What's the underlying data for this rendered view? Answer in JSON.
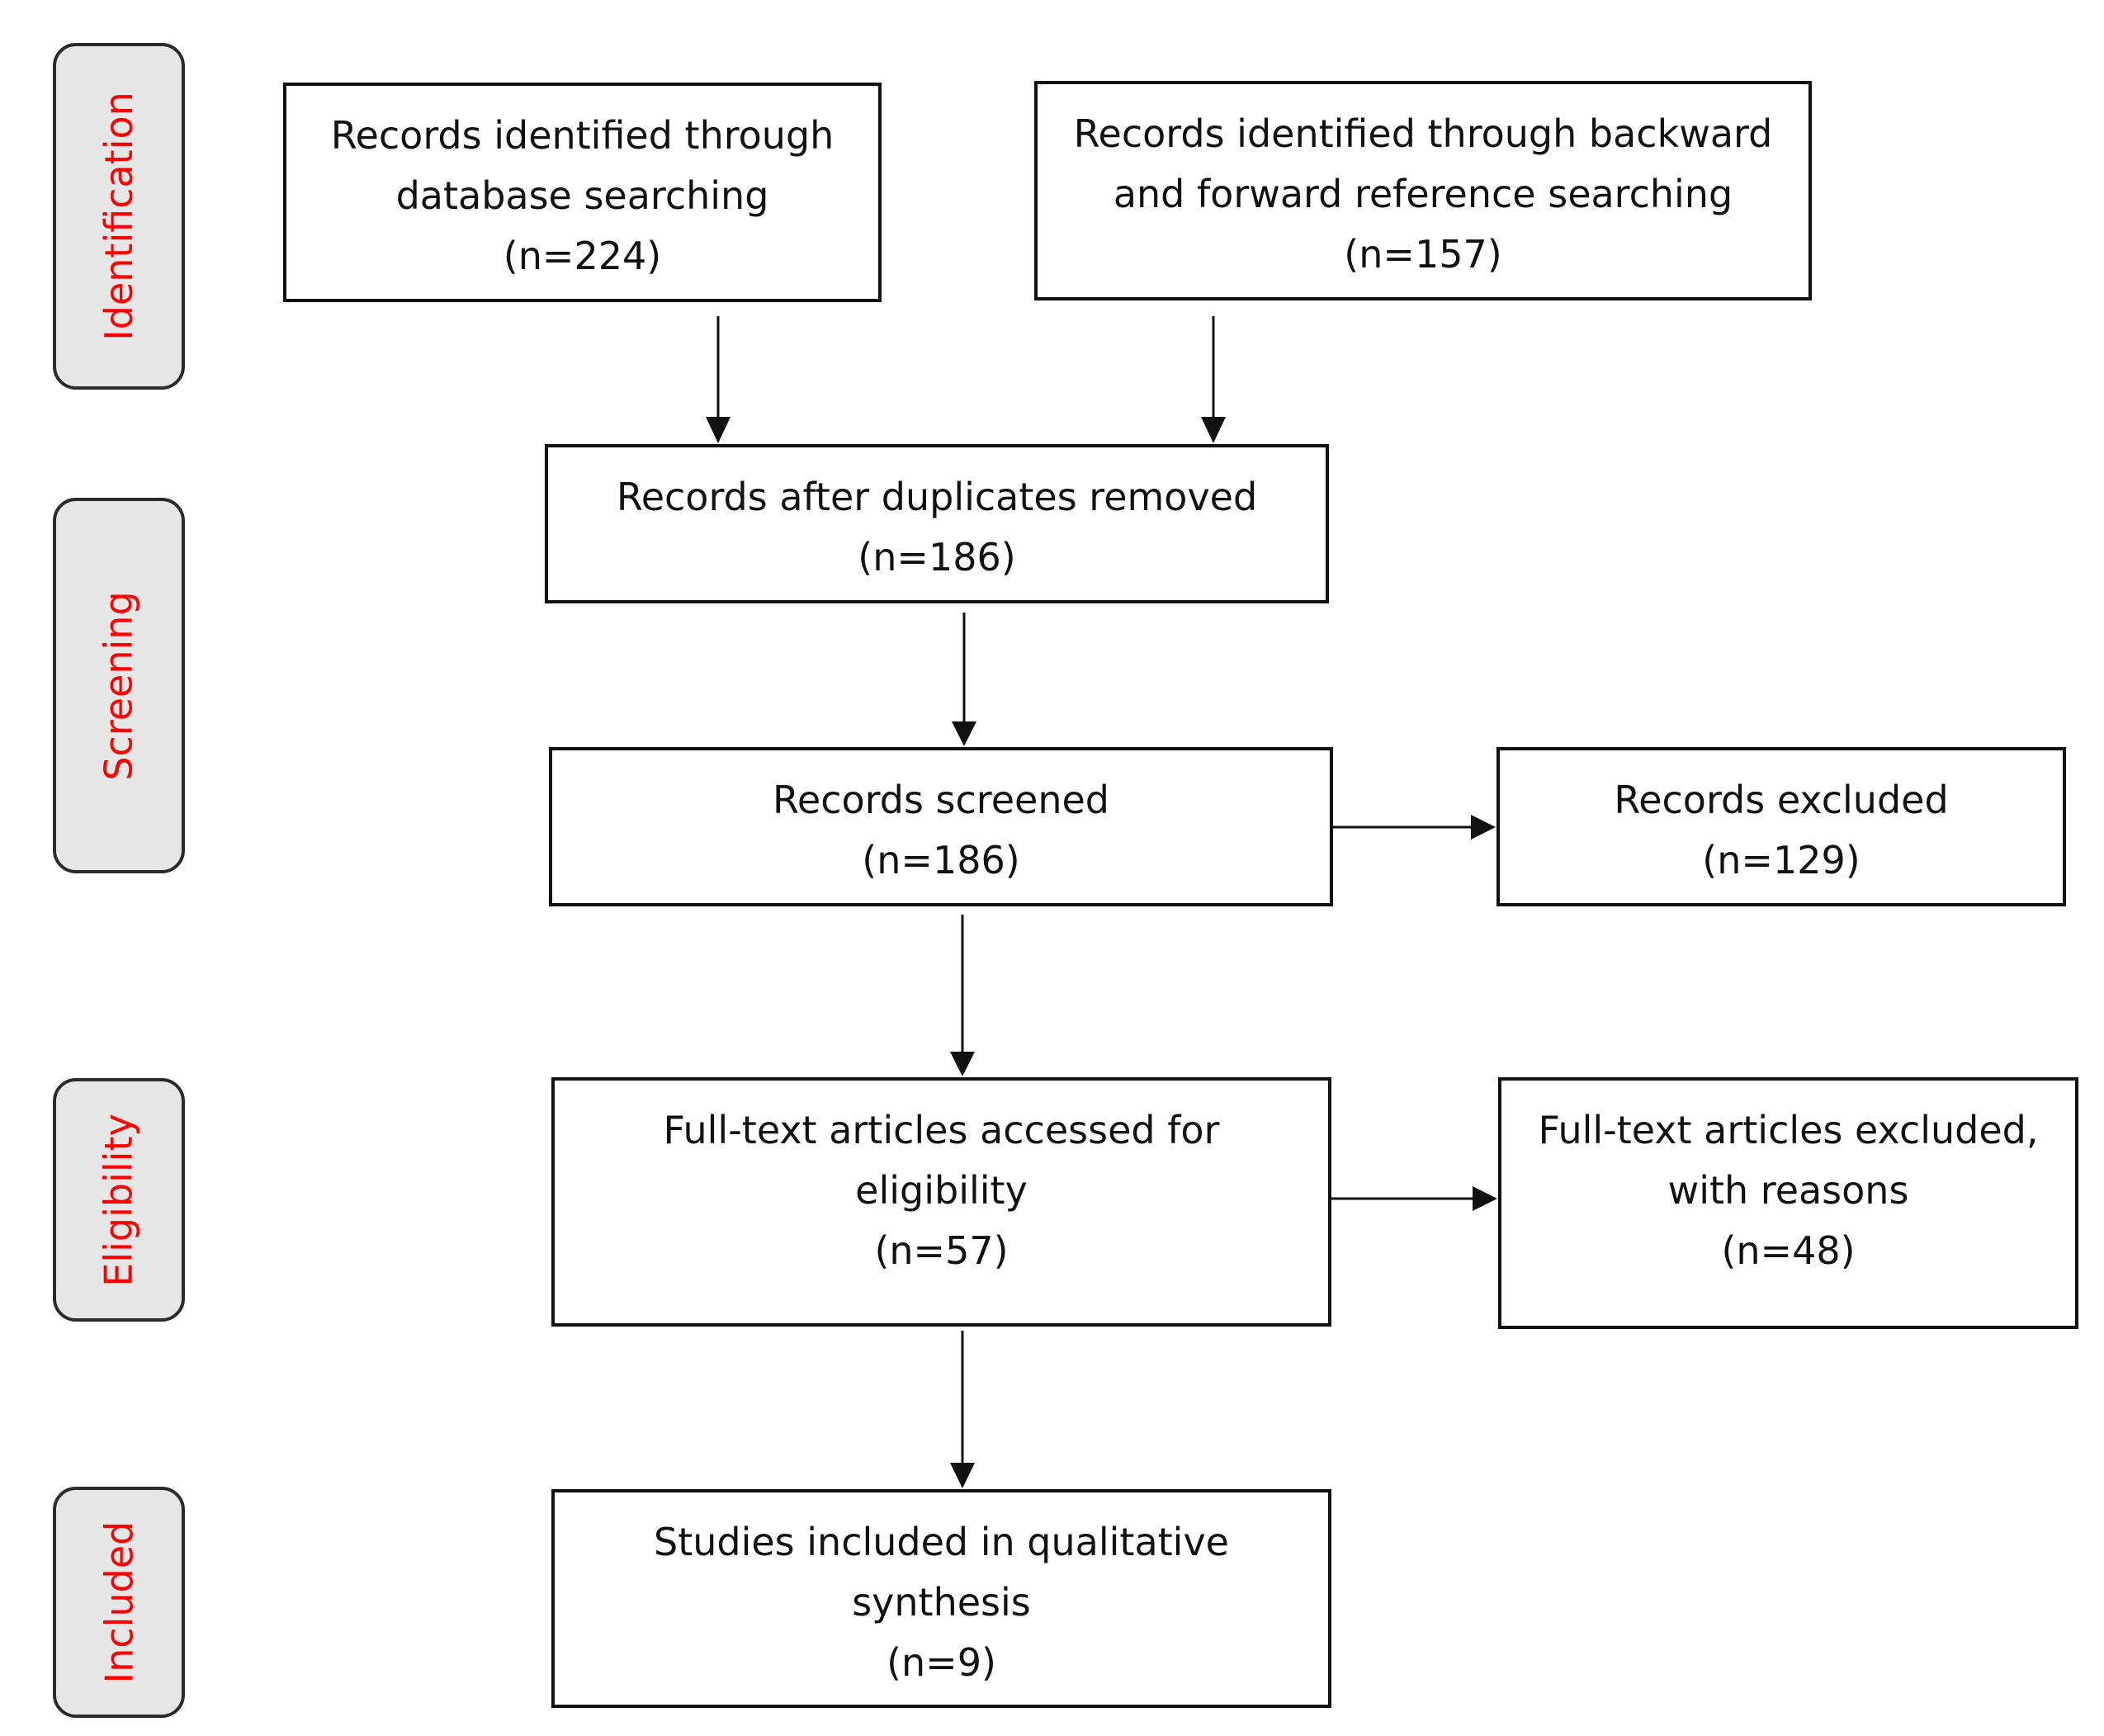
{
  "phases": {
    "identification": "Identification",
    "screening": "Screening",
    "eligibility": "Eligibility",
    "included": "Included"
  },
  "boxes": {
    "database_search": {
      "line1": "Records identified through",
      "line2": "database searching",
      "count": "(n=224)"
    },
    "reference_search": {
      "line1": "Records identified through backward",
      "line2": "and forward reference searching",
      "count": "(n=157)"
    },
    "duplicates_removed": {
      "line1": "Records after duplicates removed",
      "count": "(n=186)"
    },
    "screened": {
      "line1": "Records screened",
      "count": "(n=186)"
    },
    "excluded": {
      "line1": "Records excluded",
      "count": "(n=129)"
    },
    "fulltext_assessed": {
      "line1": "Full-text articles accessed for",
      "line2": "eligibility",
      "count": "(n=57)"
    },
    "fulltext_excluded": {
      "line1": "Full-text articles excluded,",
      "line2": "with reasons",
      "count": "(n=48)"
    },
    "included_studies": {
      "line1": "Studies included in qualitative",
      "line2": "synthesis",
      "count": "(n=9)"
    }
  },
  "colors": {
    "phase_text": "#ff0000",
    "phase_fill": "#e6e6e6",
    "line": "#111111"
  }
}
